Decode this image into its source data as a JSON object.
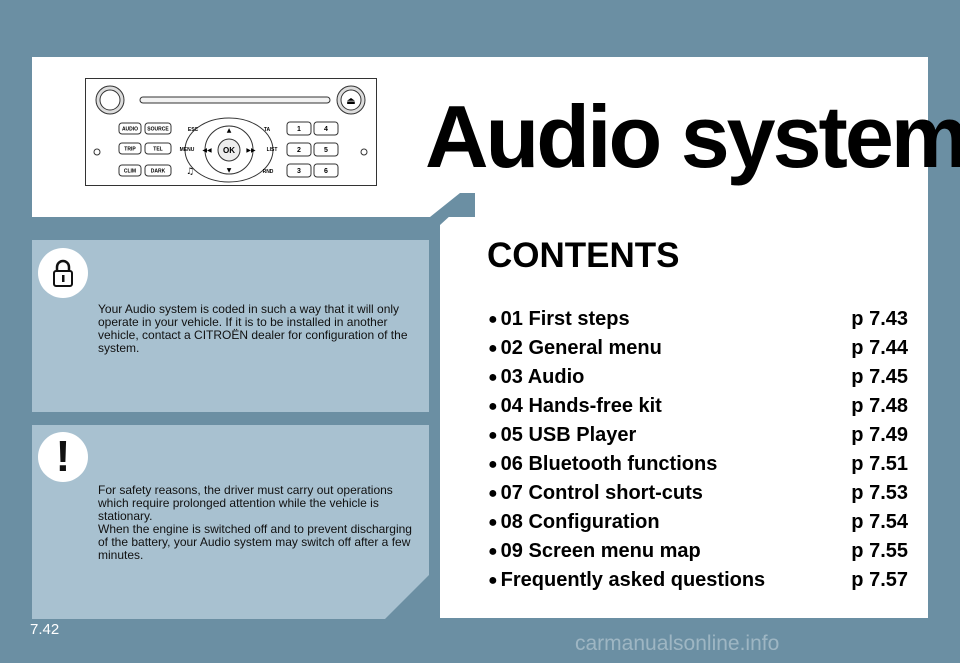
{
  "page": {
    "title": "Audio system",
    "page_number": "7.42",
    "watermark": "carmanualsonline.info"
  },
  "radio": {
    "buttons_left": [
      "AUDIO",
      "SOURCE",
      "TRIP",
      "TEL",
      "CLIM",
      "DARK"
    ],
    "buttons_mid": [
      "ESC",
      "MENU",
      "TA",
      "LIST",
      "RND"
    ],
    "center_label": "OK",
    "number_keys": [
      "1",
      "4",
      "2",
      "5",
      "3",
      "6"
    ]
  },
  "info": {
    "lock_text": "Your Audio system is coded in such a way that it will only operate in your vehicle. If it is to be installed in another vehicle, contact a CITROËN dealer for configuration of the system.",
    "warning_text": "For safety reasons, the driver must carry out operations which require prolonged attention while the vehicle is stationary.\nWhen the engine is switched off and to prevent discharging of the battery, your Audio system may switch off after a few minutes.",
    "warning_glyph": "!"
  },
  "contents": {
    "heading": "CONTENTS",
    "items": [
      {
        "label": "01 First steps",
        "page": "p 7.43"
      },
      {
        "label": "02 General menu",
        "page": "p 7.44"
      },
      {
        "label": "03 Audio",
        "page": "p 7.45"
      },
      {
        "label": "04 Hands-free kit",
        "page": "p 7.48"
      },
      {
        "label": "05 USB Player",
        "page": "p 7.49"
      },
      {
        "label": "06 Bluetooth functions",
        "page": "p 7.51"
      },
      {
        "label": "07 Control short-cuts",
        "page": "p 7.53"
      },
      {
        "label": "08 Configuration",
        "page": "p 7.54"
      },
      {
        "label": "09 Screen menu map",
        "page": "p 7.55"
      },
      {
        "label": "Frequently asked questions",
        "page": "p 7.57"
      }
    ]
  },
  "colors": {
    "background": "#6b8fa3",
    "info_box": "#a8c1d0",
    "panel": "#ffffff"
  }
}
